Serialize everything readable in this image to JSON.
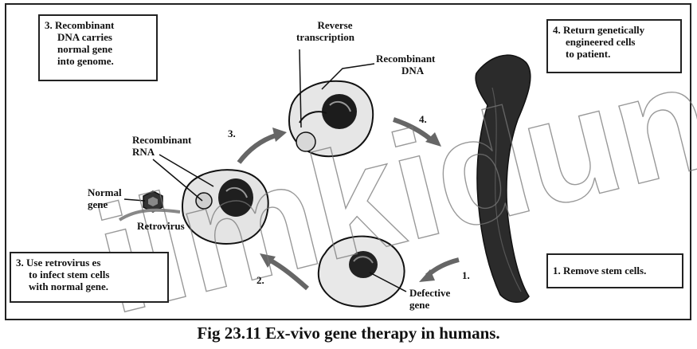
{
  "caption": "Fig 23.11 Ex-vivo gene therapy in humans.",
  "steps": {
    "step1": "1. Remove stem cells.",
    "step2_lines": [
      "3.  Use retrovirus es",
      "to infect stem cells",
      "with normal gene."
    ],
    "step3_lines": [
      "3.  Recombinant",
      "DNA carries",
      "normal gene",
      "into genome."
    ],
    "step4_lines": [
      "4.  Return genetically",
      "engineered cells",
      "to patient."
    ]
  },
  "labels": {
    "reverse_transcription": [
      "Reverse",
      "transcription"
    ],
    "recombinant_dna": [
      "Recombinant",
      "DNA"
    ],
    "recombinant_rna": [
      "Recombinant",
      "RNA"
    ],
    "normal_gene": [
      "Normal",
      "gene"
    ],
    "retrovirus": "Retrovirus",
    "defective_gene": [
      "Defective",
      "gene"
    ]
  },
  "arrow_numbers": {
    "a1": "1.",
    "a2": "2.",
    "a3": "3.",
    "a4": "4."
  },
  "watermark": "ilmkidunya"
}
